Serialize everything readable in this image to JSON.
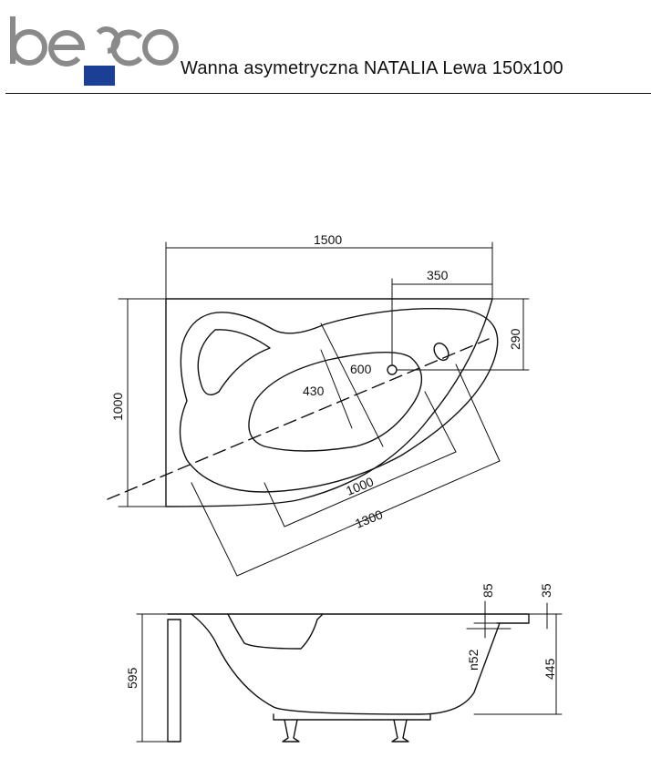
{
  "brand": {
    "name": "besco",
    "letters": [
      "b",
      "e",
      "c",
      "o"
    ],
    "primary": "#8a8a8a",
    "accent": "#1a3f95"
  },
  "title": "Wanna asymetryczna NATALIA Lewa 150x100",
  "top_view": {
    "dims": {
      "width_overall": "1500",
      "drain_offset": "350",
      "depth_overall": "1000",
      "drain_from_top": "290",
      "inner_width": "600",
      "inner_depth": "430",
      "inner_length": "1000",
      "outer_length": "1300"
    }
  },
  "side_view": {
    "dims": {
      "overflow_height": "85",
      "rim_thickness": "35",
      "overflow_diameter": "n52",
      "inner_depth": "445",
      "total_height": "595"
    }
  },
  "colors": {
    "line": "#111111",
    "background": "#ffffff"
  }
}
